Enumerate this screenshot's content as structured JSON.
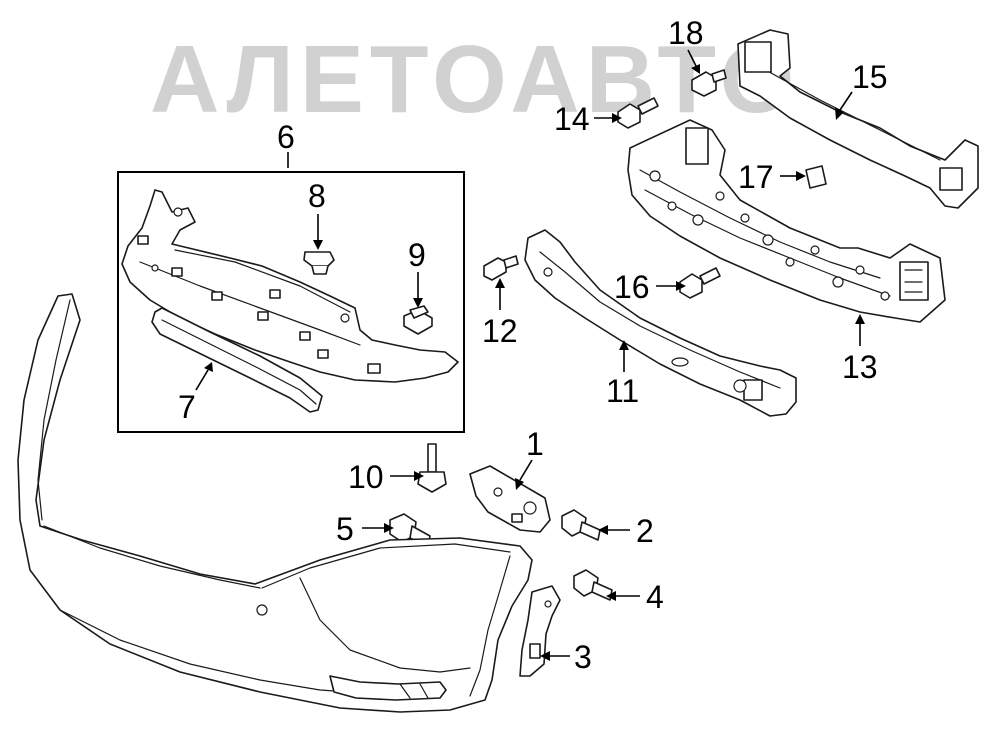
{
  "watermark": {
    "text": "АЛЕТОАВТО",
    "color": "#c9c9c9"
  },
  "callouts": [
    {
      "id": "1",
      "label": "1"
    },
    {
      "id": "2",
      "label": "2"
    },
    {
      "id": "3",
      "label": "3"
    },
    {
      "id": "4",
      "label": "4"
    },
    {
      "id": "5",
      "label": "5"
    },
    {
      "id": "6",
      "label": "6"
    },
    {
      "id": "7",
      "label": "7"
    },
    {
      "id": "8",
      "label": "8"
    },
    {
      "id": "9",
      "label": "9"
    },
    {
      "id": "10",
      "label": "10"
    },
    {
      "id": "11",
      "label": "11"
    },
    {
      "id": "12",
      "label": "12"
    },
    {
      "id": "13",
      "label": "13"
    },
    {
      "id": "14",
      "label": "14"
    },
    {
      "id": "15",
      "label": "15"
    },
    {
      "id": "16",
      "label": "16"
    },
    {
      "id": "17",
      "label": "17"
    },
    {
      "id": "18",
      "label": "18"
    }
  ],
  "colors": {
    "line": "#1a1a1a",
    "background": "#ffffff"
  }
}
